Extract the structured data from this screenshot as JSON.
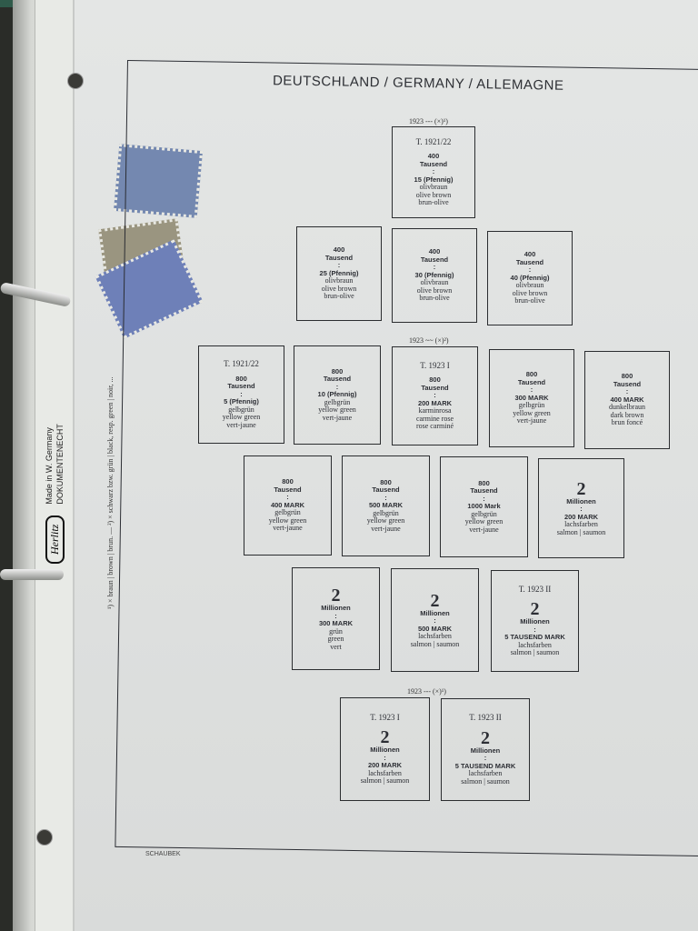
{
  "title": "DEUTSCHLAND / GERMANY / ALLEMAGNE",
  "groups": [
    "1923 --- (×)¹)",
    "1923 ~~ (×)²)",
    "1923 --- (×)¹)"
  ],
  "boxes": [
    {
      "type": "T. 1921/22",
      "value": "400",
      "unit": "Tausend",
      "sep": ":",
      "denomination": "15 (Pfennig)",
      "colors": [
        "olivbraun",
        "olive brown",
        "brun-olive"
      ]
    },
    {
      "value": "400",
      "unit": "Tausend",
      "sep": ":",
      "denomination": "25 (Pfennig)",
      "colors": [
        "olivbraun",
        "olive brown",
        "brun-olive"
      ]
    },
    {
      "value": "400",
      "unit": "Tausend",
      "sep": ":",
      "denomination": "30 (Pfennig)",
      "colors": [
        "olivbraun",
        "olive brown",
        "brun-olive"
      ]
    },
    {
      "value": "400",
      "unit": "Tausend",
      "sep": ":",
      "denomination": "40 (Pfennig)",
      "colors": [
        "olivbraun",
        "olive brown",
        "brun-olive"
      ]
    },
    {
      "type": "T. 1921/22",
      "value": "800",
      "unit": "Tausend",
      "sep": ":",
      "denomination": "5 (Pfennig)",
      "colors": [
        "gelbgrün",
        "yellow green",
        "vert-jaune"
      ]
    },
    {
      "value": "800",
      "unit": "Tausend",
      "sep": ":",
      "denomination": "10 (Pfennig)",
      "colors": [
        "gelbgrün",
        "yellow green",
        "vert-jaune"
      ]
    },
    {
      "type": "T. 1923 I",
      "value": "800",
      "unit": "Tausend",
      "sep": ":",
      "denomination": "200 MARK",
      "colors": [
        "karminrosa",
        "carmine rose",
        "rose carminé"
      ]
    },
    {
      "value": "800",
      "unit": "Tausend",
      "sep": ":",
      "denomination": "300 MARK",
      "colors": [
        "gelbgrün",
        "yellow green",
        "vert-jaune"
      ]
    },
    {
      "value": "800",
      "unit": "Tausend",
      "sep": ":",
      "denomination": "400 MARK",
      "colors": [
        "dunkelbraun",
        "dark brown",
        "brun foncé"
      ]
    },
    {
      "value": "800",
      "unit": "Tausend",
      "sep": ":",
      "denomination": "400 MARK",
      "colors": [
        "gelbgrün",
        "yellow green",
        "vert-jaune"
      ]
    },
    {
      "value": "800",
      "unit": "Tausend",
      "sep": ":",
      "denomination": "500 MARK",
      "colors": [
        "gelbgrün",
        "yellow green",
        "vert-jaune"
      ]
    },
    {
      "value": "800",
      "unit": "Tausend",
      "sep": ":",
      "denomination": "1000 Mark",
      "colors": [
        "gelbgrün",
        "yellow green",
        "vert-jaune"
      ]
    },
    {
      "numeral": "2",
      "unit": "Millionen",
      "sep": ":",
      "denomination": "200 MARK",
      "colors": [
        "lachsfarben",
        "salmon | saumon"
      ]
    },
    {
      "numeral": "2",
      "unit": "Millionen",
      "sep": ":",
      "denomination": "300 MARK",
      "colors": [
        "grün",
        "green",
        "vert"
      ]
    },
    {
      "numeral": "2",
      "unit": "Millionen",
      "sep": ":",
      "denomination": "500 MARK",
      "colors": [
        "lachsfarben",
        "salmon | saumon"
      ]
    },
    {
      "type": "T. 1923 II",
      "numeral": "2",
      "unit": "Millionen",
      "sep": ":",
      "denomination": "5 TAUSEND MARK",
      "colors": [
        "lachsfarben",
        "salmon | saumon"
      ]
    },
    {
      "type": "T. 1923 I",
      "numeral": "2",
      "unit": "Millionen",
      "sep": ":",
      "denomination": "200 MARK",
      "colors": [
        "lachsfarben",
        "salmon | saumon"
      ]
    },
    {
      "type": "T. 1923 II",
      "numeral": "2",
      "unit": "Millionen",
      "sep": ":",
      "denomination": "5 TAUSEND MARK",
      "colors": [
        "lachsfarben",
        "salmon | saumon"
      ]
    }
  ],
  "footnote": "¹) × braun | brown | brun. — ²) × schwarz bzw. grün | black, resp. green | noir, ...",
  "footer": "SCHAUBEK",
  "binder": {
    "logo": "Herlitz",
    "made_in": "Made in W. Germany",
    "doc": "DOKUMENTENECHT"
  }
}
